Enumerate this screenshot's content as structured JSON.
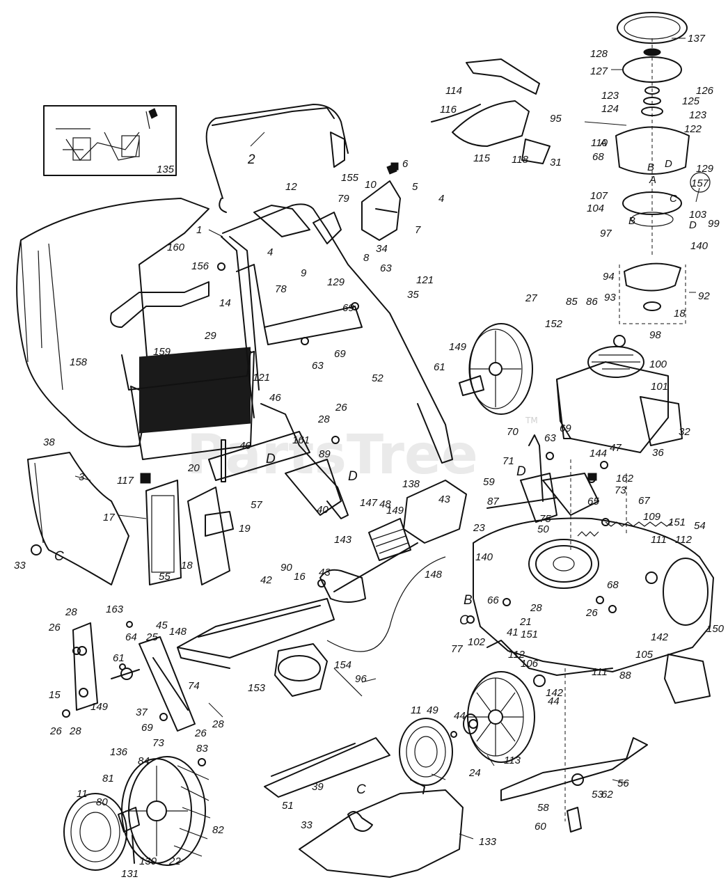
{
  "watermark": "PartsTree",
  "watermark_tm": "TM",
  "labels": {
    "l1": "1",
    "l2": "2",
    "l3": "3",
    "l4a": "4",
    "l4b": "4",
    "l5": "5",
    "l6": "6",
    "l7": "7",
    "l8": "8",
    "l9": "9",
    "l10": "10",
    "l11a": "11",
    "l11b": "11",
    "l12": "12",
    "l14": "14",
    "l15": "15",
    "l16": "16",
    "l17": "17",
    "l18a": "18",
    "l18b": "18",
    "l19": "19",
    "l20": "20",
    "l21": "21",
    "l22": "22",
    "l23": "23",
    "l24": "24",
    "l25": "25",
    "l26a": "26",
    "l26b": "26",
    "l26c": "26",
    "l26d": "26",
    "l26e": "26",
    "l27": "27",
    "l28a": "28",
    "l28b": "28",
    "l28c": "28",
    "l28d": "28",
    "l28e": "28",
    "l29": "29",
    "l31": "31",
    "l32": "32",
    "l33a": "33",
    "l33b": "33",
    "l34": "34",
    "l35": "35",
    "l36": "36",
    "l37": "37",
    "l38": "38",
    "l39": "39",
    "l40a": "40",
    "l40b": "40",
    "l41": "41",
    "l42": "42",
    "l43a": "43",
    "l43b": "43",
    "l44a": "44",
    "l44b": "44",
    "l45": "45",
    "l46": "46",
    "l47": "47",
    "l48": "48",
    "l49": "49",
    "l50": "50",
    "l51": "51",
    "l52": "52",
    "l53": "53",
    "l54": "54",
    "l55": "55",
    "l56": "56",
    "l57": "57",
    "l58": "58",
    "l59": "59",
    "l60": "60",
    "l61a": "61",
    "l61b": "61",
    "l62": "62",
    "l63a": "63",
    "l63b": "63",
    "l63c": "63",
    "l64": "64",
    "l65": "65",
    "l66": "66",
    "l67": "67",
    "l68a": "68",
    "l68b": "68",
    "l69a": "69",
    "l69b": "69",
    "l69c": "69",
    "l69d": "69",
    "l70": "70",
    "l71": "71",
    "l73a": "73",
    "l73b": "73",
    "l74": "74",
    "l75": "75",
    "l77": "77",
    "l78": "78",
    "l79": "79",
    "l80": "80",
    "l81": "81",
    "l82": "82",
    "l83": "83",
    "l84": "84",
    "l85": "85",
    "l86": "86",
    "l87": "87",
    "l88": "88",
    "l89": "89",
    "l90": "90",
    "l92": "92",
    "l93": "93",
    "l94": "94",
    "l95": "95",
    "l96": "96",
    "l97": "97",
    "l98": "98",
    "l99": "99",
    "l100": "100",
    "l101": "101",
    "l102": "102",
    "l103": "103",
    "l104": "104",
    "l105": "105",
    "l106": "106",
    "l107": "107",
    "l109": "109",
    "l110": "110",
    "l111a": "111",
    "l111b": "111",
    "l112a": "112",
    "l112b": "112",
    "l113": "113",
    "l114": "114",
    "l115": "115",
    "l116": "116",
    "l117": "117",
    "l118": "118",
    "l121a": "121",
    "l121b": "121",
    "l122": "122",
    "l123a": "123",
    "l123b": "123",
    "l124": "124",
    "l125": "125",
    "l126": "126",
    "l127": "127",
    "l128": "128",
    "l129a": "129",
    "l129b": "129",
    "l130": "130",
    "l131": "131",
    "l133": "133",
    "l135": "135",
    "l136": "136",
    "l137": "137",
    "l138": "138",
    "l140a": "140",
    "l140b": "140",
    "l142a": "142",
    "l142b": "142",
    "l143": "143",
    "l144": "144",
    "l147": "147",
    "l148a": "148",
    "l148b": "148",
    "l149a": "149",
    "l149b": "149",
    "l149c": "149",
    "l150": "150",
    "l151a": "151",
    "l151b": "151",
    "l152": "152",
    "l153": "153",
    "l154": "154",
    "l155": "155",
    "l156": "156",
    "l157": "157",
    "l158": "158",
    "l159": "159",
    "l160": "160",
    "l161": "161",
    "l162": "162",
    "l163": "163",
    "ref_a1": "A",
    "ref_a2": "A",
    "ref_b1": "B",
    "ref_b2": "B",
    "ref_b3": "B",
    "ref_c1": "C",
    "ref_c2": "C",
    "ref_c3": "C",
    "ref_c4": "C",
    "ref_d1": "D",
    "ref_d2": "D",
    "ref_d3": "D",
    "ref_d4": "D",
    "ref_d5": "D"
  }
}
